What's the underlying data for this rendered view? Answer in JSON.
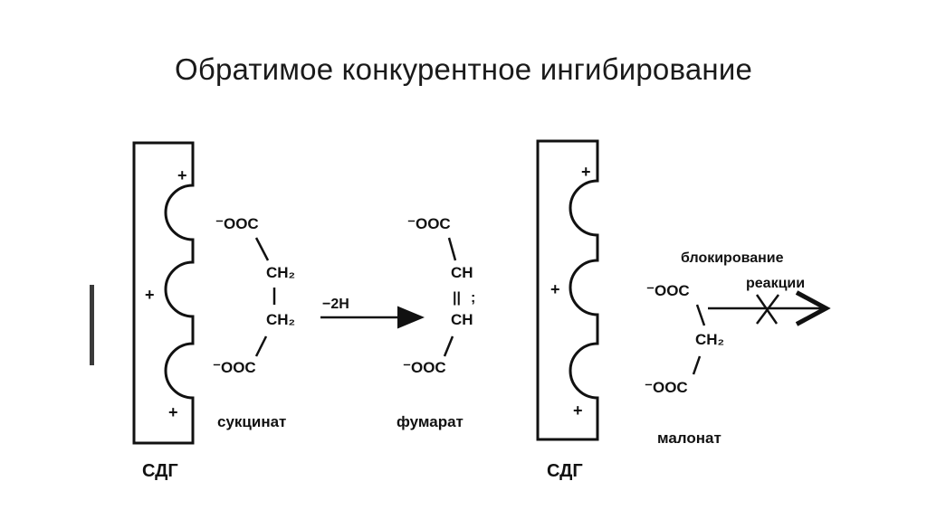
{
  "title": "Обратимое конкурентное ингибирование",
  "enzyme_label": "СДГ",
  "plus": "+",
  "reaction_label": "−2H",
  "succinate": {
    "top": "⁻OOC",
    "ch2_a": "CH₂",
    "ch2_b": "CH₂",
    "bottom": "⁻OOC",
    "name": "сукцинат"
  },
  "fumarate": {
    "top": "⁻OOC",
    "ch_a": "CH",
    "double_bond": "||",
    "ch_b": "CH",
    "semicolon": ";",
    "bottom": "⁻OOC",
    "name": "фумарат"
  },
  "malonate": {
    "top": "⁻OOC",
    "ch2": "CH₂",
    "bottom": "⁻OOC",
    "name": "малонат"
  },
  "block_label_1": "блокирование",
  "block_label_2": "реакции"
}
